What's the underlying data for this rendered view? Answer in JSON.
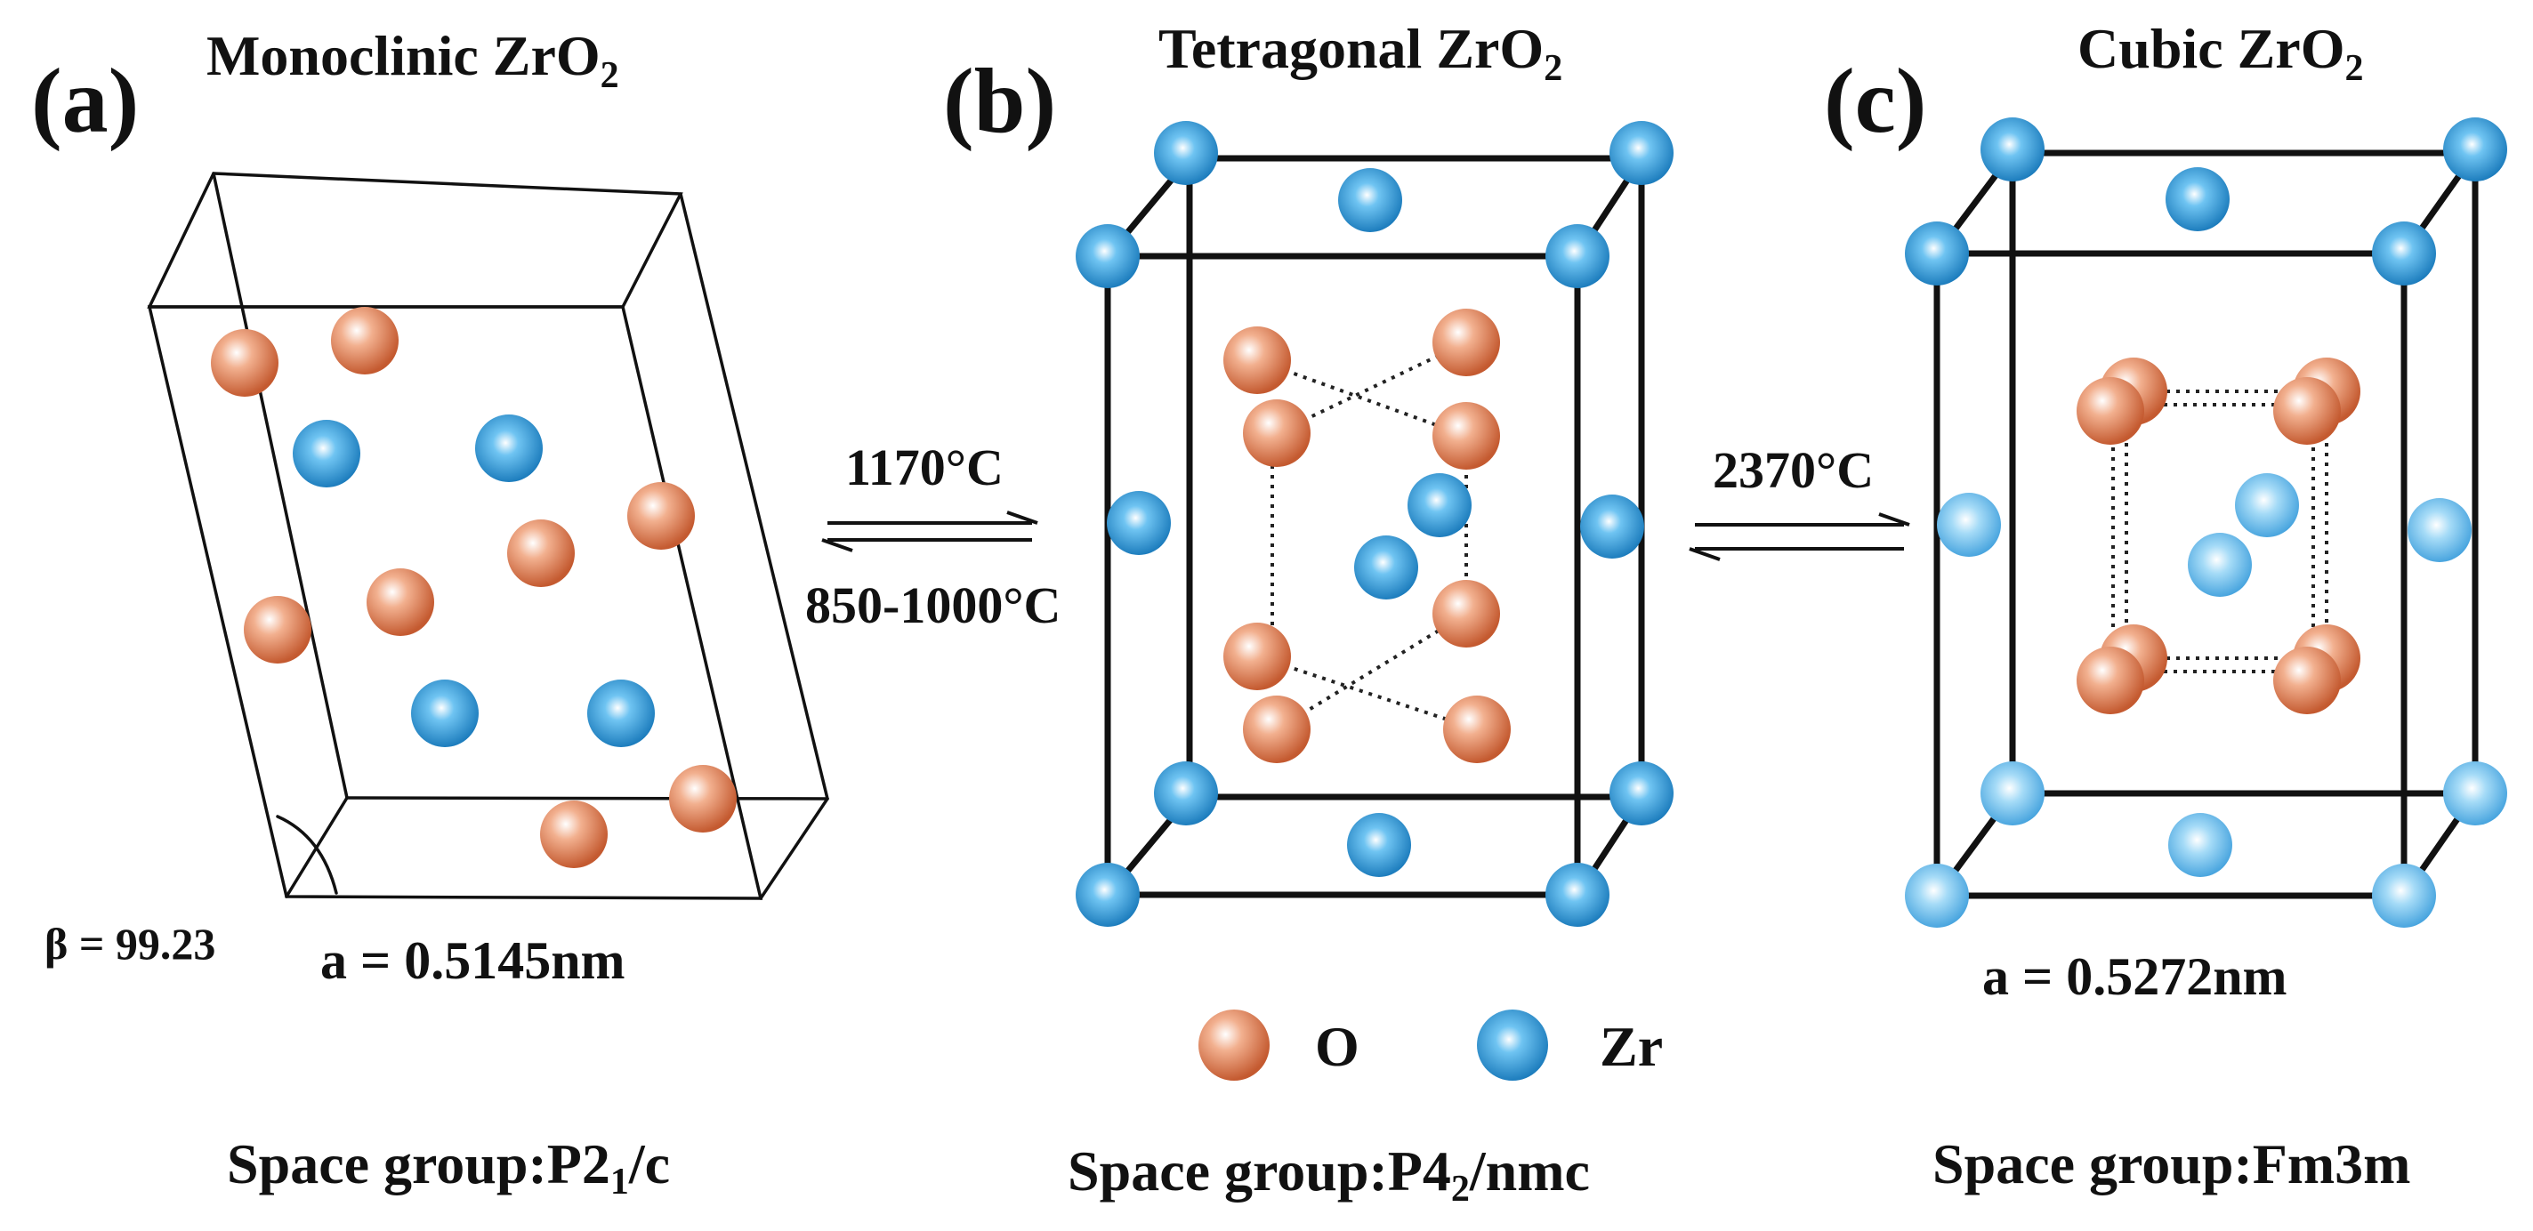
{
  "panels": [
    {
      "label": "(a)",
      "title": "Monoclinic ZrO",
      "title_sub": "2",
      "beta": "β = 99.23",
      "lattice": "a = 0.5145nm",
      "space_group_prefix": "Space group:P2",
      "space_group_sub": "1",
      "space_group_suffix": "/c"
    },
    {
      "label": "(b)",
      "title": "Tetragonal ZrO",
      "title_sub": "2",
      "space_group_prefix": "Space group:P4",
      "space_group_sub": "2",
      "space_group_suffix": "/nmc"
    },
    {
      "label": "(c)",
      "title": "Cubic ZrO",
      "title_sub": "2",
      "lattice": "a = 0.5272nm",
      "space_group": "Space group:Fm3m"
    }
  ],
  "transitions": [
    {
      "forward": "1170°C",
      "reverse": "850-1000°C"
    },
    {
      "forward": "2370°C"
    }
  ],
  "legend": [
    {
      "symbol": "O",
      "color": "#d9774f"
    },
    {
      "symbol": "Zr",
      "color": "#2e9ad8"
    }
  ],
  "colors": {
    "oxygen": "#d9774f",
    "zirconium": "#2e9ad8",
    "zirconium_light": "#5bb6ea",
    "line": "#111111"
  }
}
